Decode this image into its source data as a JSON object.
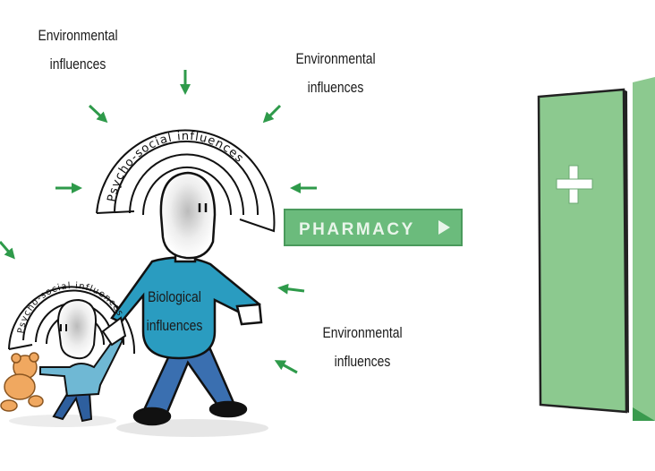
{
  "labels": {
    "env_top_left": {
      "line1": "Environmental",
      "line2": "influences"
    },
    "env_top_right": {
      "line1": "Environmental",
      "line2": "influences"
    },
    "env_bottom_right": {
      "line1": "Environmental",
      "line2": "influences"
    },
    "biological": {
      "line1": "Biological",
      "line2": "influences"
    },
    "psycho_social_adult": "Psycho-social influences",
    "psycho_social_child": "Psycho-social influences"
  },
  "sign": {
    "text": "PHARMACY",
    "arrow_icon": "play-triangle-icon"
  },
  "door": {
    "symbol": "pharmacy-cross-icon"
  },
  "colors": {
    "arrow_green": "#2e9a4a",
    "door_green": "#8cc98f",
    "sign_green": "#6bbb7c",
    "shirt_blue": "#2a9cc0",
    "child_shirt": "#6fb8d4",
    "jeans": "#3a6fb0",
    "teddy": "#f0a860"
  }
}
